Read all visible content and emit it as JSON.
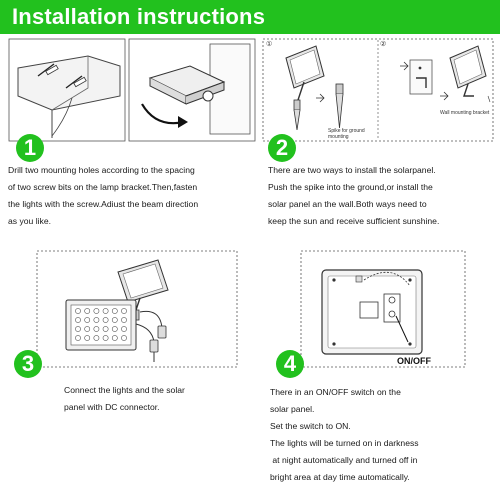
{
  "header": {
    "title": "Installation instructions",
    "bar_color": "#22c11e"
  },
  "steps": [
    {
      "number": "1",
      "lines": [
        "Drill two mounting holes according to the spacing",
        "of two screw bits on the lamp bracket.Then,fasten",
        "the lights with the screw.Adiust the beam direction",
        "as you like."
      ]
    },
    {
      "number": "2",
      "lines": [
        "There are two ways to install the solarpanel.",
        "Push the spike into the ground,or install the",
        "solar panel an the wall.Both ways need to",
        "keep the sun and receive sufficient sunshine."
      ],
      "captions": {
        "spike": [
          "Spike for ground",
          "mounting"
        ],
        "bracket": "Wall mounting bracket",
        "circle_a": "①",
        "circle_b": "②"
      }
    },
    {
      "number": "3",
      "lines": [
        "Connect the lights and the solar",
        "panel with DC connector."
      ]
    },
    {
      "number": "4",
      "lines": [
        "There in an ON/OFF switch on the",
        "solar panel.",
        "Set the switch to ON.",
        "The lights will be turned on in darkness",
        " at night automatically and turned off in",
        "bright area at day time automatically."
      ],
      "switch_label": "ON/OFF"
    }
  ],
  "icons": {
    "step1_left": "screw-wall-mount-icon",
    "step1_right": "lamp-rotate-icon",
    "step2": "solar-panel-mounting-icon",
    "step3": "dc-connector-icon",
    "step4": "on-off-switch-icon"
  }
}
